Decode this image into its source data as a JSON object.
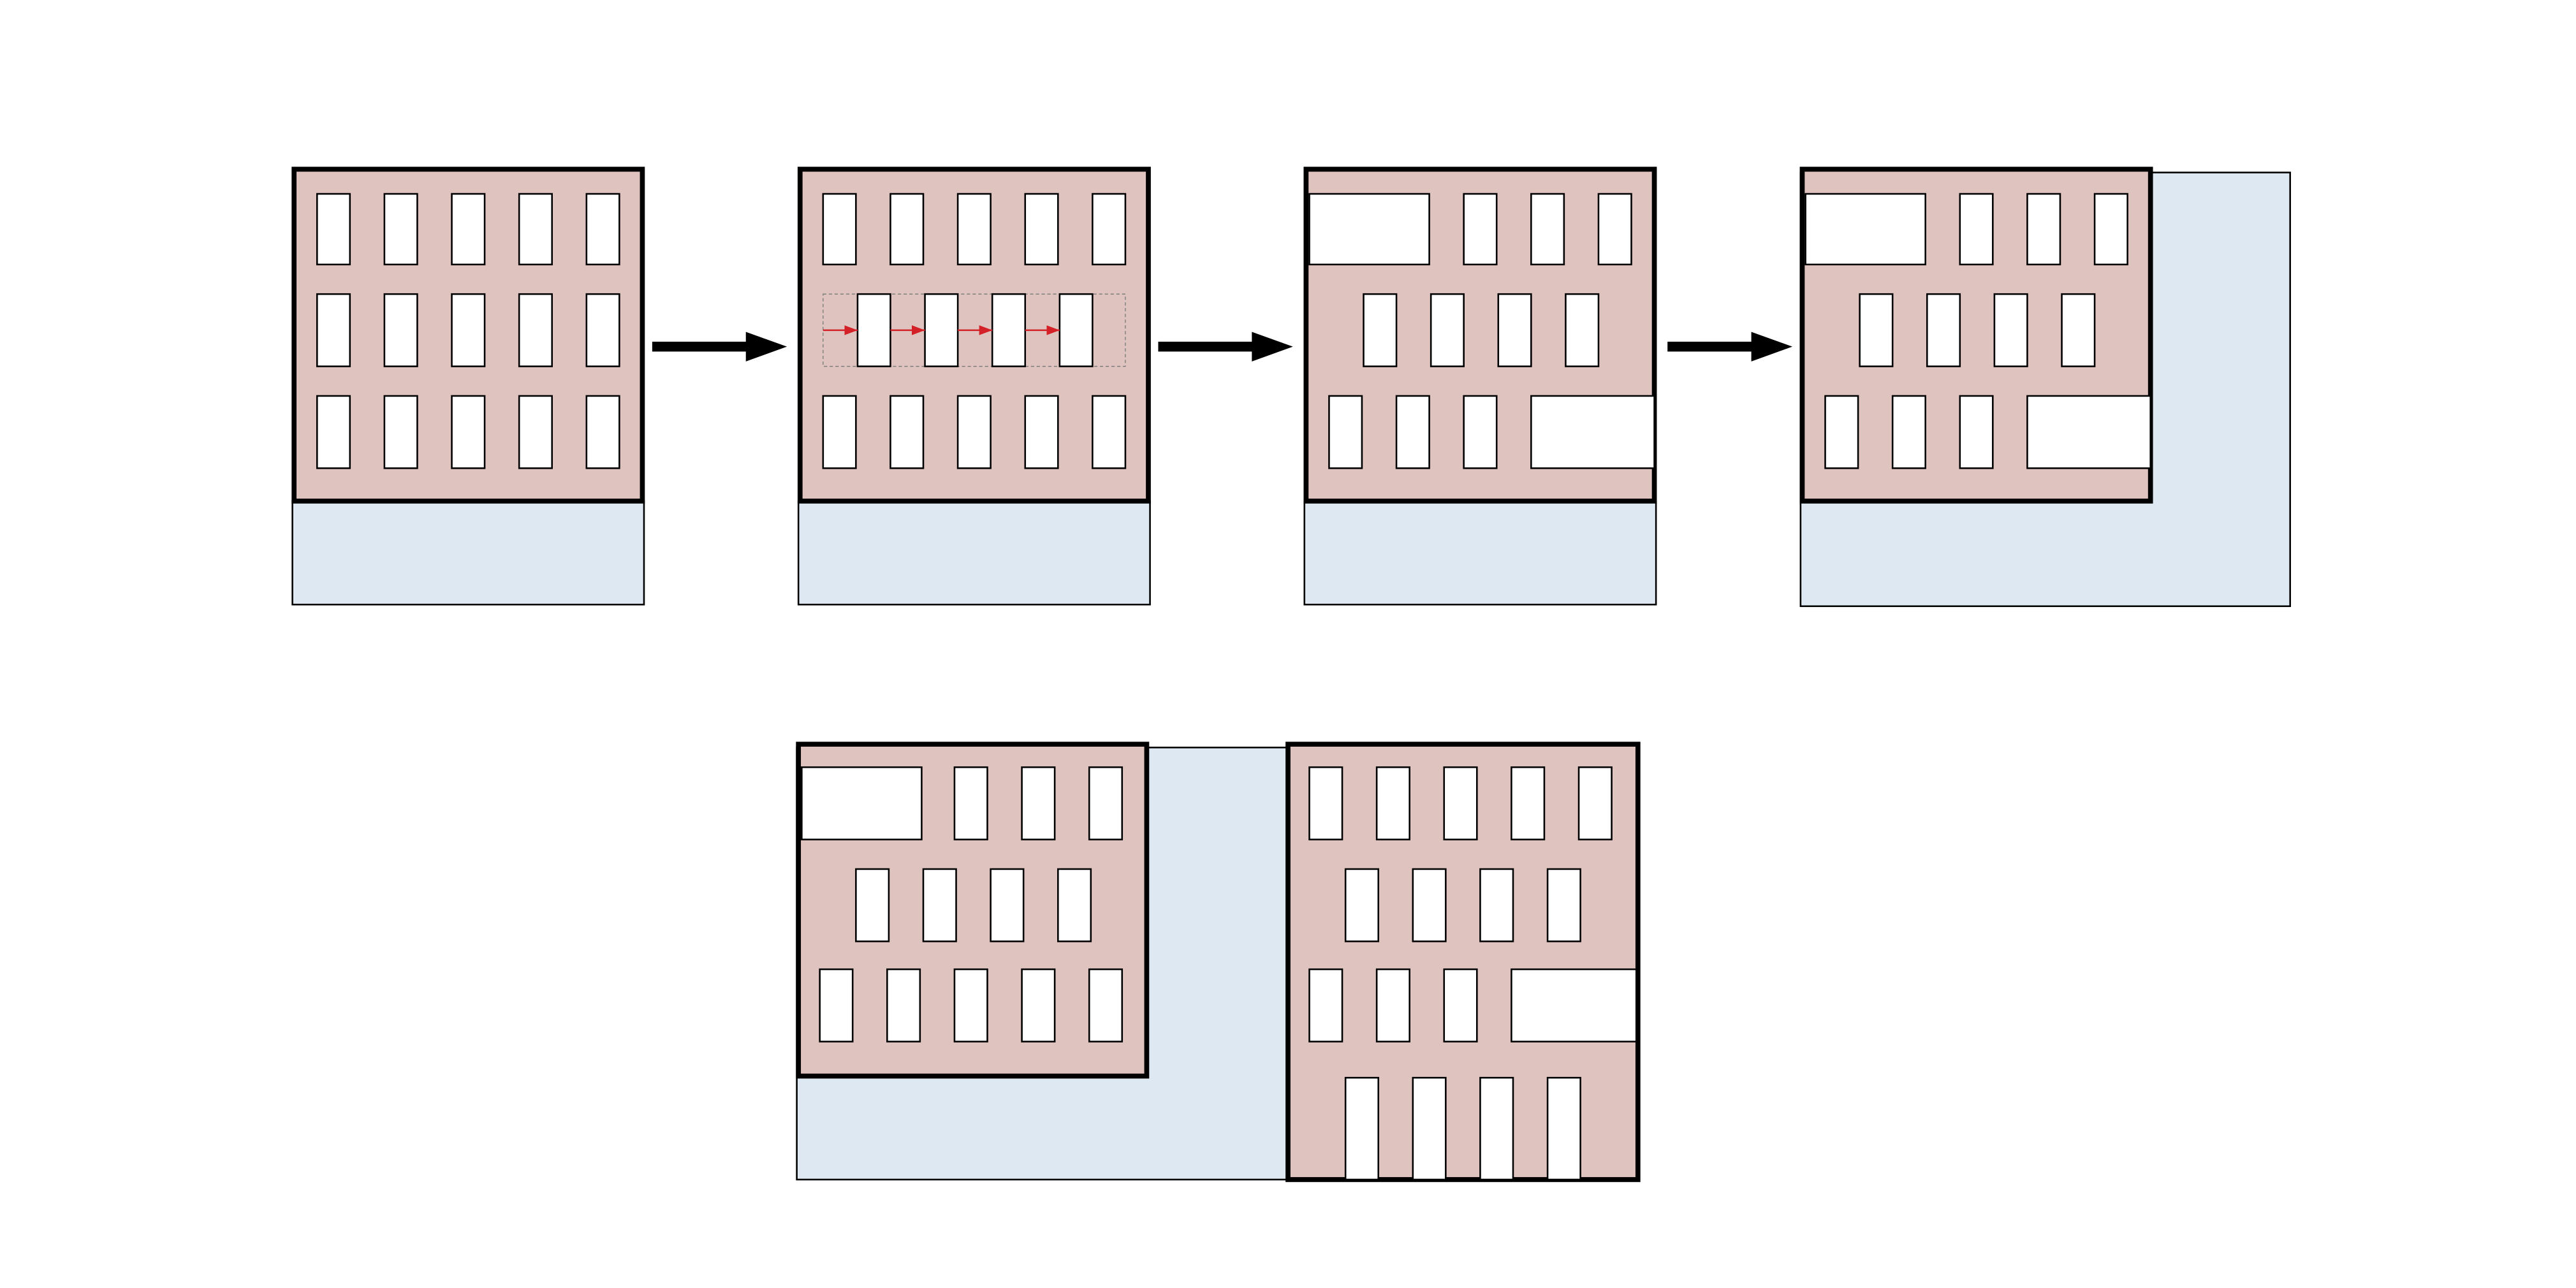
{
  "colors": {
    "building": "#dfc3bf",
    "ground": "#dee8f2",
    "window": "#ffffff",
    "outline": "#000000",
    "shift_arrow": "#d42027"
  },
  "diagram": {
    "steps": 5,
    "windows_per_row_full": 5,
    "windows_per_row_shifted": 4
  }
}
